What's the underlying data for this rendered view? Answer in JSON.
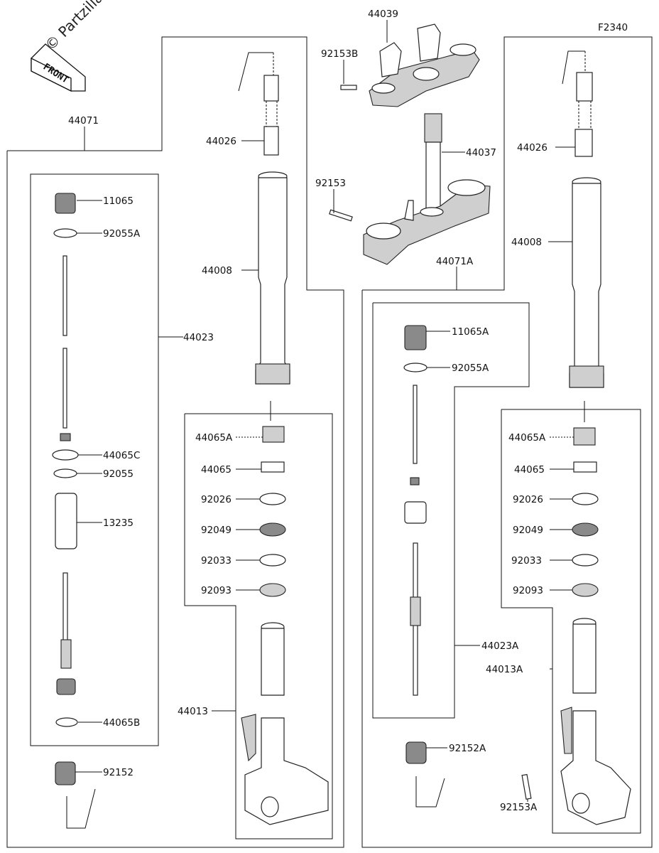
{
  "watermark": "© Partzilla.",
  "front_label": "FRONT",
  "figure_code": "F2340",
  "labels": {
    "44039": "44039",
    "92153B": "92153B",
    "44037": "44037",
    "92153": "92153",
    "44071A": "44071A",
    "44071": "44071",
    "44026_l": "44026",
    "44026_r": "44026",
    "44008_l": "44008",
    "44008_r": "44008",
    "11065": "11065",
    "92055A": "92055A",
    "44023": "44023",
    "44065C": "44065C",
    "92055": "92055",
    "13235": "13235",
    "44065B": "44065B",
    "92152": "92152",
    "44065A_l": "44065A",
    "44065_l": "44065",
    "92026_l": "92026",
    "92049_l": "92049",
    "92033_l": "92033",
    "92093_l": "92093",
    "44013": "44013",
    "11065A": "11065A",
    "92055A_r": "92055A",
    "44023A": "44023A",
    "92152A": "92152A",
    "44065A_r": "44065A",
    "44065_r": "44065",
    "92026_r": "92026",
    "92049_r": "92049",
    "92033_r": "92033",
    "92093_r": "92093",
    "44013A": "44013A",
    "92153A": "92153A"
  }
}
